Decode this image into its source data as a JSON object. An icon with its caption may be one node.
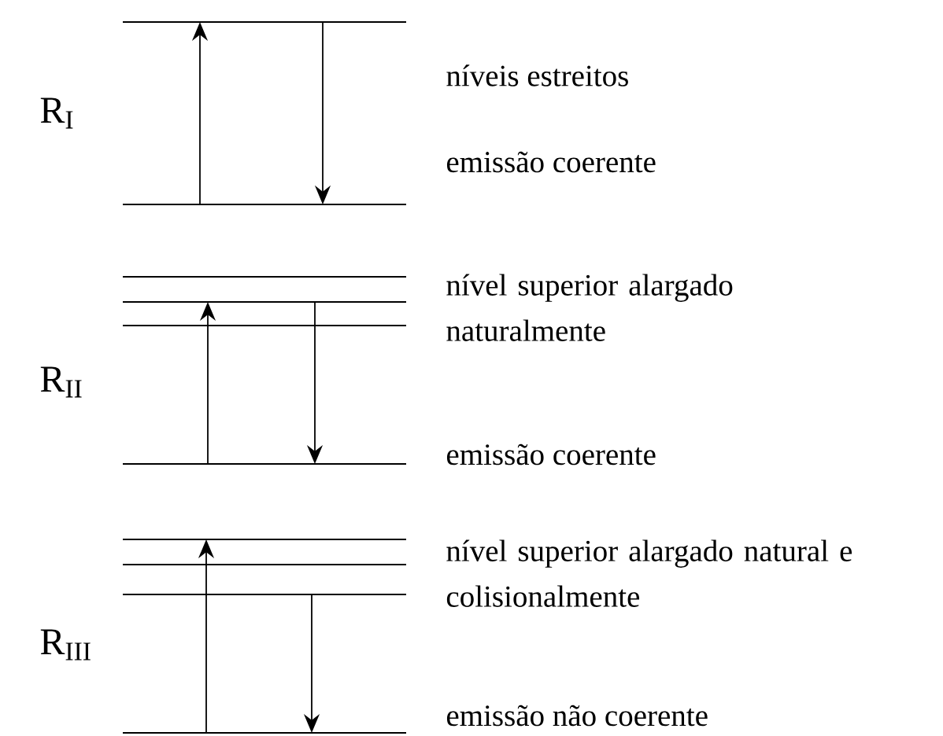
{
  "diagram": {
    "nodes": [
      {
        "text": [],
        "shape": "bar"
      },
      {
        "text": [],
        "shape": "bar"
      },
      {
        "text": [],
        "shape": "bar"
      },
      {
        "text": [],
        "shape": "bar"
      },
      {
        "text": [],
        "shape": "bar"
      },
      {
        "text": [],
        "shape": "bar"
      },
      {
        "text": [],
        "shape": "bar"
      },
      {
        "text": [],
        "shape": "bar"
      },
      {
        "text": [],
        "shape": "bar"
      },
      {
        "text": [],
        "shape": "bar"
      }
    ],
    "edges": [
      {
        "from": 1,
        "to": 0,
        "arrow": "to"
      },
      {
        "from": 0,
        "to": 1,
        "arrow": "to"
      },
      {
        "from": 5,
        "to": 3,
        "arrow": "to"
      },
      {
        "from": 3,
        "to": 5,
        "arrow": "to"
      },
      {
        "from": 9,
        "to": 6,
        "arrow": "to"
      },
      {
        "from": 8,
        "to": 9,
        "arrow": "to"
      }
    ],
    "labels": [
      "R$_{I}$",
      "níveis estreitos",
      "emissão coerente",
      "R$_{II}$",
      "nível superior alargado naturalmente",
      "emissão coerente",
      "R$_{III}$",
      "nível superior alargado natural e colisionalmente",
      "emissão não coerente"
    ]
  }
}
